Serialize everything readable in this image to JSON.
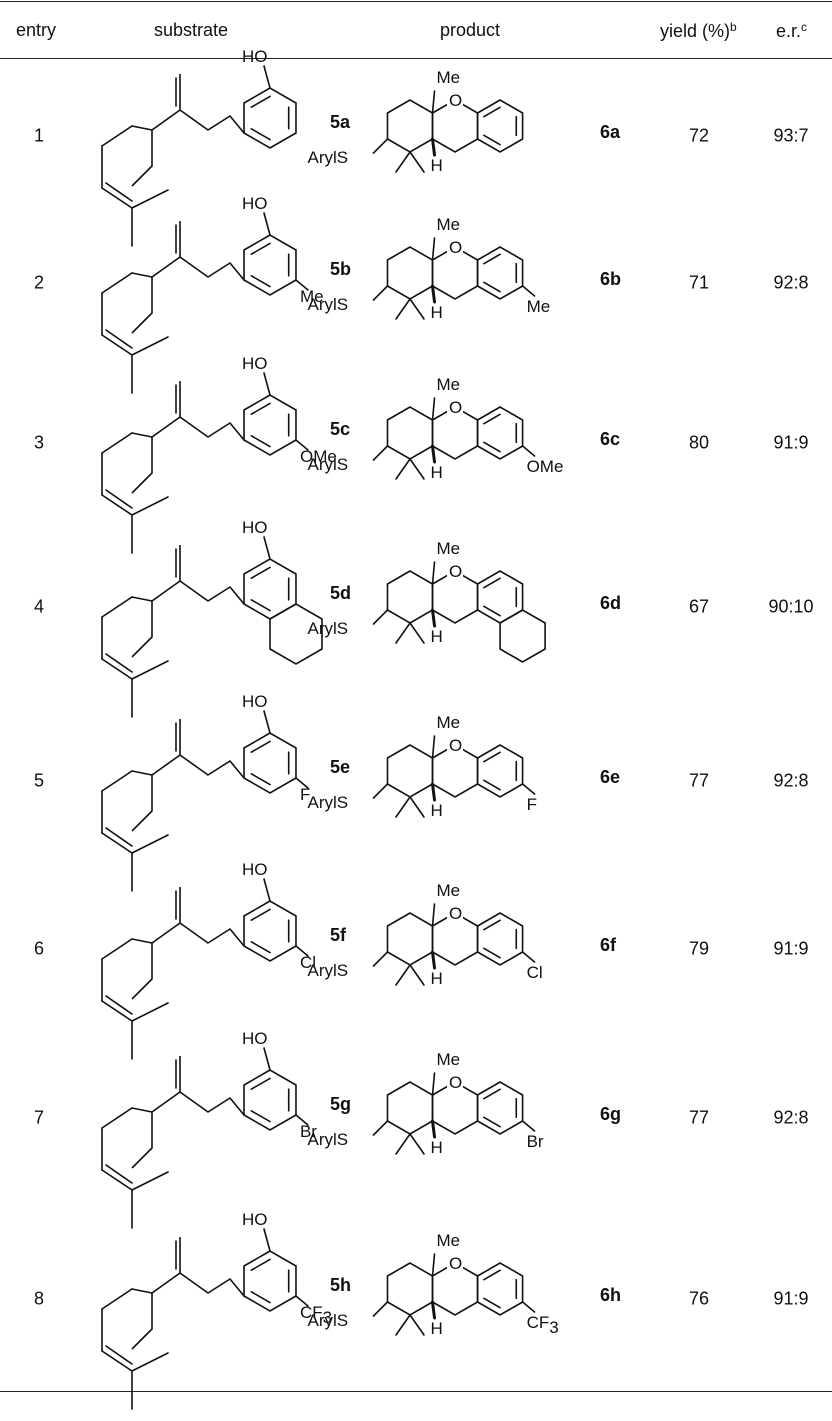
{
  "table": {
    "headers": {
      "entry": "entry",
      "substrate": "substrate",
      "product": "product",
      "yield": "yield (%)",
      "yield_note": "b",
      "er": "e.r.",
      "er_note": "c"
    },
    "rows": [
      {
        "entry": "1",
        "substrate_id": "5a",
        "substrate_group": "",
        "product_id": "6a",
        "product_group": "",
        "yield": "72",
        "er": "93:7"
      },
      {
        "entry": "2",
        "substrate_id": "5b",
        "substrate_group": "Me",
        "product_id": "6b",
        "product_group": "Me",
        "yield": "71",
        "er": "92:8"
      },
      {
        "entry": "3",
        "substrate_id": "5c",
        "substrate_group": "OMe",
        "product_id": "6c",
        "product_group": "OMe",
        "yield": "80",
        "er": "91:9"
      },
      {
        "entry": "4",
        "substrate_id": "5d",
        "substrate_group": "",
        "product_id": "6d",
        "product_group": "",
        "yield": "67",
        "er": "90:10"
      },
      {
        "entry": "5",
        "substrate_id": "5e",
        "substrate_group": "F",
        "product_id": "6e",
        "product_group": "F",
        "yield": "77",
        "er": "92:8"
      },
      {
        "entry": "6",
        "substrate_id": "5f",
        "substrate_group": "Cl",
        "product_id": "6f",
        "product_group": "Cl",
        "yield": "79",
        "er": "91:9"
      },
      {
        "entry": "7",
        "substrate_id": "5g",
        "substrate_group": "Br",
        "product_id": "6g",
        "product_group": "Br",
        "yield": "77",
        "er": "92:8"
      },
      {
        "entry": "8",
        "substrate_id": "5h",
        "substrate_group": "CF3",
        "product_id": "6h",
        "product_group": "CF3",
        "yield": "76",
        "er": "91:9"
      }
    ]
  },
  "labels": {
    "hydroxyl": "HO",
    "methyl": "Me",
    "ring_oxygen": "O",
    "hydrogen": "H",
    "arylthio": "ArylS"
  }
}
